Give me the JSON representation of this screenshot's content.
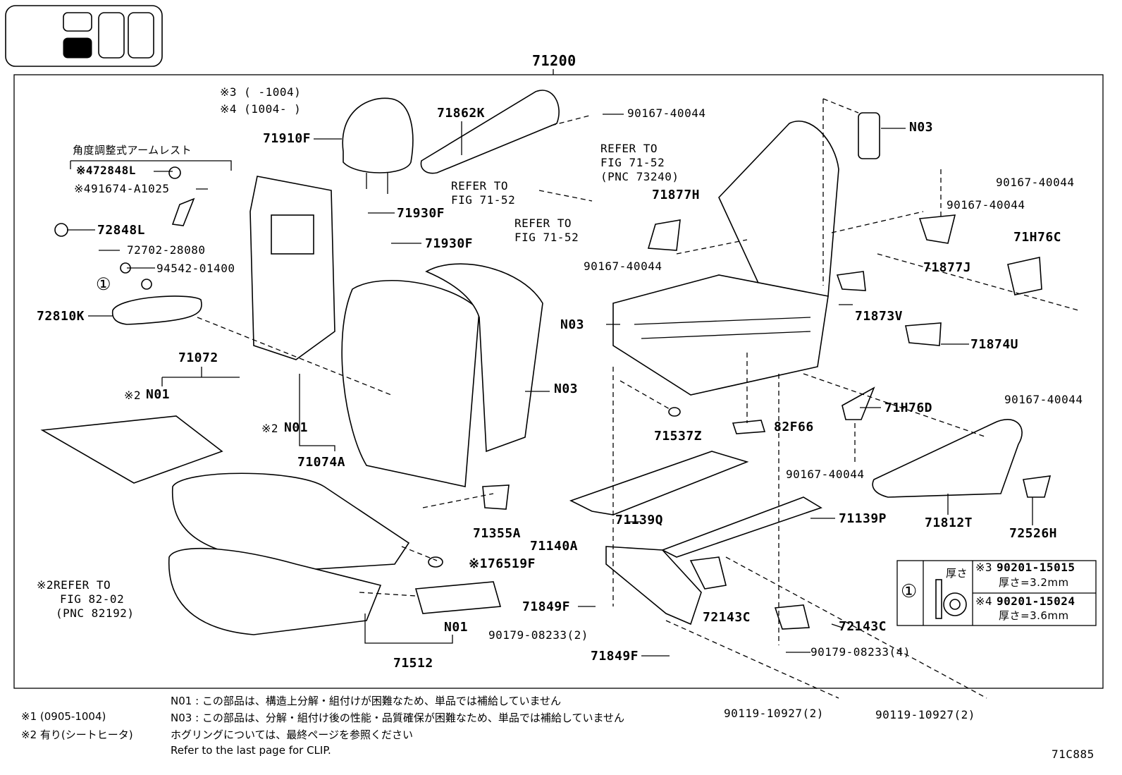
{
  "diagram_code": "71C885",
  "assembly": "71200",
  "labels": {
    "p71910F": "71910F",
    "range3": "※3 (     -1004)",
    "range4": "※4 (1004-     )",
    "p71862K": "71862K",
    "bolt_top": "90167-40044",
    "refer_fig_a1": "REFER TO",
    "refer_fig_a2": "FIG 71-52",
    "refer_fig_a3": "(PNC 73240)",
    "refer_b1": "REFER TO",
    "refer_b2": "FIG 71-52",
    "refer_c1": "REFER TO",
    "refer_c2": "FIG 71-52",
    "p71877H": "71877H",
    "n03_top": "N03",
    "bolt_r1": "90167-40044",
    "bolt_r2": "90167-40044",
    "p71877J": "71877J",
    "p71H76C": "71H76C",
    "armrest_title": "角度調整式アームレスト",
    "p72848L_a": "※472848L",
    "p91674": "※491674-A1025",
    "p72848L_b": "72848L",
    "p72702": "72702-28080",
    "p94542": "94542-01400",
    "p72810K": "72810K",
    "p71930F_a": "71930F",
    "p71930F_b": "71930F",
    "bolt_mid": "90167-40044",
    "n03_mid": "N03",
    "p71873V": "71873V",
    "p71874U": "71874U",
    "p71072": "71072",
    "n01_a": "N01",
    "n01_a_mark": "※2",
    "n01_b": "N01",
    "n01_b_mark": "※2",
    "p71074A": "71074A",
    "n03_back": "N03",
    "p71H76D": "71H76D",
    "bolt_right": "90167-40044",
    "p71537Z": "71537Z",
    "p82F66": "82F66",
    "bolt_center": "90167-40044",
    "p71139Q": "71139Q",
    "p71139P": "71139P",
    "p71812T": "71812T",
    "p72526H": "72526H",
    "p71355A": "71355A",
    "p71140A": "71140A",
    "p76519F": "※176519F",
    "refer_82_1": "※2REFER TO",
    "refer_82_2": "FIG 82-02",
    "refer_82_3": "(PNC 82192)",
    "p71849F_a": "71849F",
    "p90179_a": "90179-08233(2)",
    "p72143C_a": "72143C",
    "p72143C_b": "72143C",
    "n01_c": "N01",
    "p71512": "71512",
    "p71849F_b": "71849F",
    "p90179_b": "90179-08233(4)",
    "p90119_a": "90119-10927(2)",
    "p90119_b": "90119-10927(2)",
    "circle1": "①"
  },
  "washer_table": {
    "header": "厚さ",
    "rows": [
      {
        "mark": "※3",
        "part": "90201-15015",
        "thick": "厚さ=3.2mm"
      },
      {
        "mark": "※4",
        "part": "90201-15024",
        "thick": "厚さ=3.6mm"
      }
    ]
  },
  "notes": {
    "n01": "N01 : この部品は、構造上分解・組付けが困難なため、単品では補給していません",
    "n03": "N03 : この部品は、分解・組付け後の性能・品質確保が困難なため、単品では補給していません",
    "hog": "ホグリングについては、最終ページを参照ください",
    "clip": "Refer to the last page for CLIP.",
    "m1": "※1 (0905-1004)",
    "m2": "※2 有り(シートヒータ)"
  }
}
